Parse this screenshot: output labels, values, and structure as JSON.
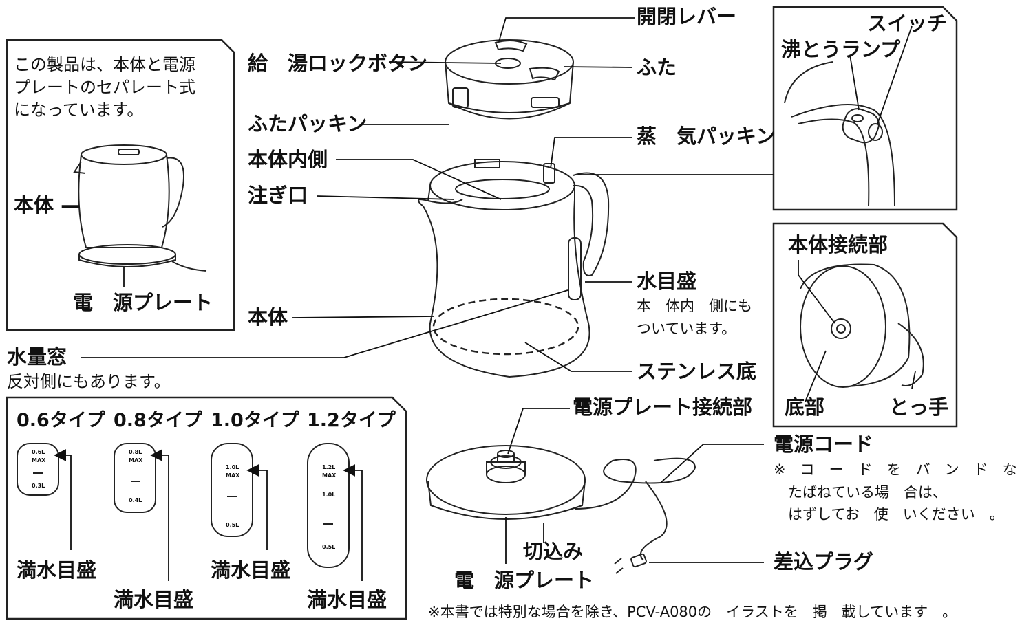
{
  "labels": {
    "kaihei_lever": "開閉レバー",
    "kyuto_lock": "給　湯ロックボタン",
    "futa": "ふた",
    "futa_packing": "ふたパッキン",
    "jouki_packing": "蒸　気パッキン",
    "hontai_uchigawa": "本体内側",
    "sosogiguchi": "注ぎ口",
    "mizu_memori": "水目盛",
    "mizu_memori_note_1": "本　体内　側にも",
    "mizu_memori_note_2": "ついています。",
    "hontai_main": "本体",
    "suiryo_mado": "水量窓",
    "suiryo_mado_note": "反対側にもあります。",
    "stainless": "ステンレス底",
    "dengen_plate_setsuzoku": "電源プレート接続部",
    "dengen_cord": "電源コード",
    "cord_note_1": "※　コ　ー　ド　を　バ　ン　ド　な",
    "cord_note_2": "たばねている場　合は、",
    "cord_note_3": "はずしてお　使　いください　。",
    "kirikomi": "切込み",
    "sashikomi_plug": "差込プラグ",
    "dengen_plate_bottom": "電　源プレート",
    "footer": "※本書では特別な場合を除き、PCV-A080の　イラストを　掲　載しています　。"
  },
  "left_box": {
    "desc_1": "この製品は、本体と電源",
    "desc_2": "プレートのセパレート式",
    "desc_3": "になっています。",
    "hontai": "本体 —",
    "dengen_plate": "電　源プレート"
  },
  "switch_box": {
    "switch": "スイッチ",
    "lamp": "沸とうランプ"
  },
  "bottom_box": {
    "hontai_setsuzoku": "本体接続部",
    "teibu": "底部",
    "totte": "とっ手"
  },
  "gauges": [
    {
      "type": "0.6タイプ",
      "marks": [
        "0.6L",
        "MAX",
        "0.3L"
      ],
      "full": "満水目盛"
    },
    {
      "type": "0.8タイプ",
      "marks": [
        "0.8L",
        "MAX",
        "0.4L"
      ],
      "full": "満水目盛"
    },
    {
      "type": "1.0タイプ",
      "marks": [
        "1.0L",
        "MAX",
        "0.5L"
      ],
      "full": "満水目盛"
    },
    {
      "type": "1.2タイプ",
      "marks": [
        "1.2L",
        "MAX",
        "1.0L",
        "0.5L"
      ],
      "full": "満水目盛"
    }
  ]
}
